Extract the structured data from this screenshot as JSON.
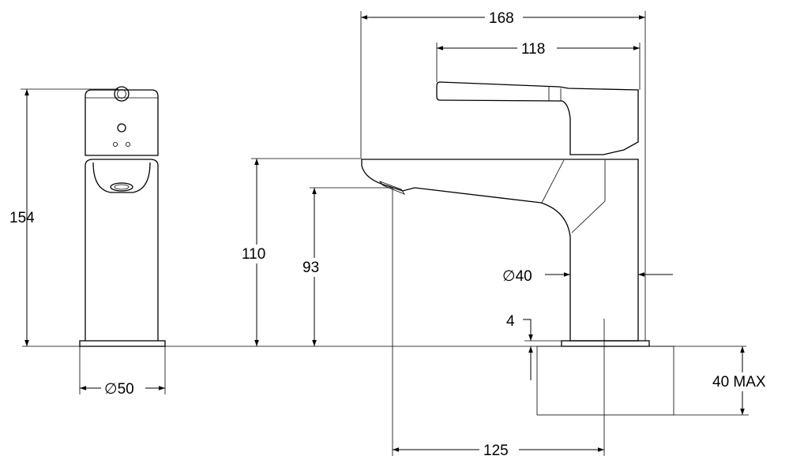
{
  "drawing": {
    "title": "Basin mixer dimension drawing",
    "dimensions": {
      "overall_width": "168",
      "handle_width": "118",
      "overall_height": "154",
      "spout_height": "110",
      "outlet_height": "93",
      "projection": "125",
      "body_diameter": "40",
      "base_diameter": "50",
      "base_thickness": "4",
      "max_counter": "40 MAX"
    },
    "diameter_symbol": "∅",
    "colors": {
      "line": "#000000",
      "background": "#ffffff"
    }
  }
}
